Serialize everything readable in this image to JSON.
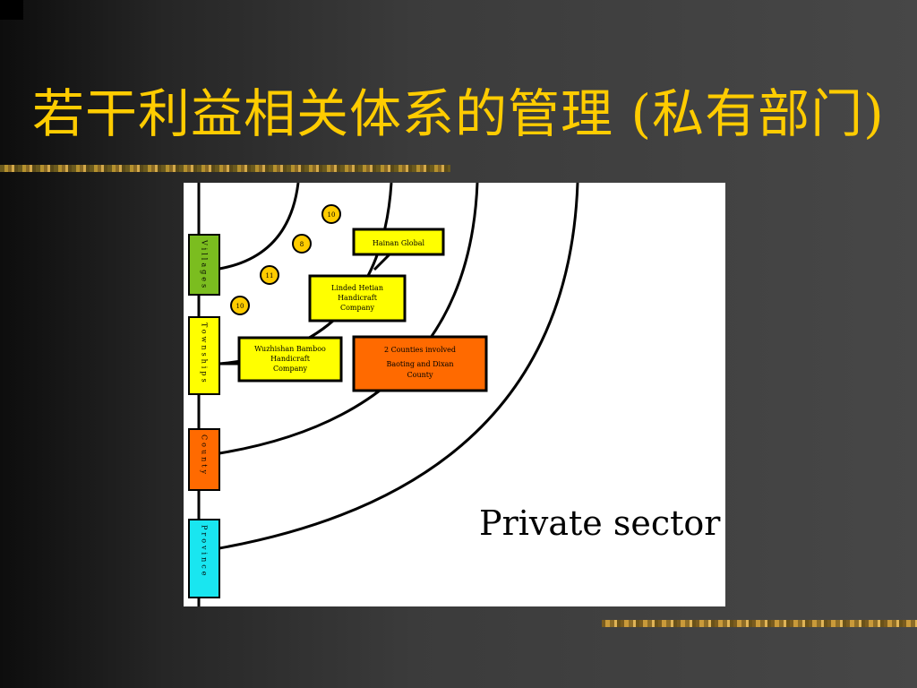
{
  "slide": {
    "title": "若干利益相关体系的管理 (私有部门)"
  },
  "diagram": {
    "sector_label": "Private sector",
    "levels": [
      {
        "label": "Villages",
        "color": "#7bbd1f"
      },
      {
        "label": "Townships",
        "color": "#ffff00"
      },
      {
        "label": "County",
        "color": "#ff6a00"
      },
      {
        "label": "Province",
        "color": "#19e6f0"
      }
    ],
    "boxes": [
      {
        "lines": [
          "Hainan Global"
        ],
        "color": "#ffff00"
      },
      {
        "lines": [
          "Linded Hetian",
          "Handicraft",
          "Company"
        ],
        "color": "#ffff00"
      },
      {
        "lines": [
          "Wuzhishan Bamboo",
          "Handicraft",
          "Company"
        ],
        "color": "#ffff00"
      },
      {
        "lines": [
          "2 Counties involved",
          "Baoting and Dixan",
          "County"
        ],
        "color": "#ff6a00"
      }
    ],
    "badges": [
      "10",
      "8",
      "11",
      "10"
    ],
    "badge_color": "#ffcc00"
  }
}
